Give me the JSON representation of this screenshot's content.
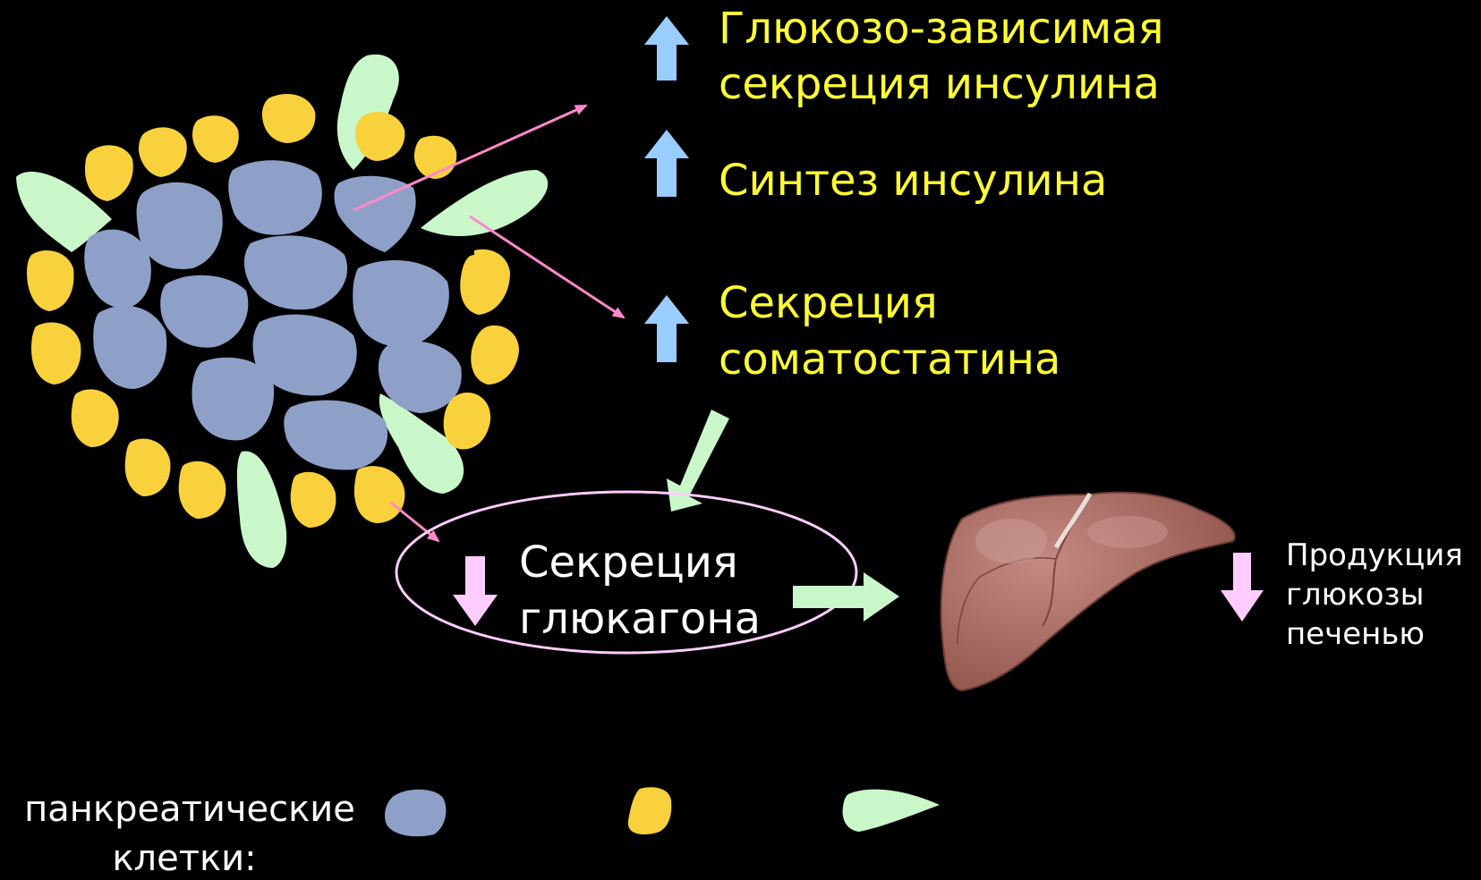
{
  "colors": {
    "background": "#000000",
    "beta_cell": "#8ea0c8",
    "alpha_cell": "#f9d13c",
    "delta_cell": "#c9f7c9",
    "up_arrow": "#99ccff",
    "down_arrow": "#ffccff",
    "pink_line": "#ff88cc",
    "liver": "#a46a63",
    "label_yellow": "#ffff33",
    "label_white": "#ffffff"
  },
  "labels": {
    "insulin_secretion_line1": "Глюкозо-зависимая",
    "insulin_secretion_line2": "секреция инсулина",
    "insulin_synthesis": "Синтез инсулина",
    "somatostatin_line1": "Секреция",
    "somatostatin_line2": "соматостатина",
    "glucagon_line1": "Секреция",
    "glucagon_line2": "глюкагона",
    "liver_line1": "Продукция",
    "liver_line2": "глюкозы",
    "liver_line3": "печенью",
    "legend_line1": "панкреатические",
    "legend_line2": "клетки:"
  },
  "legend": {
    "items": [
      "beta-cell-icon",
      "alpha-cell-icon",
      "delta-cell-icon"
    ]
  },
  "arrows": {
    "insulin_secretion": "up",
    "insulin_synthesis": "up",
    "somatostatin": "up",
    "glucagon": "down",
    "liver_glucose": "down"
  }
}
